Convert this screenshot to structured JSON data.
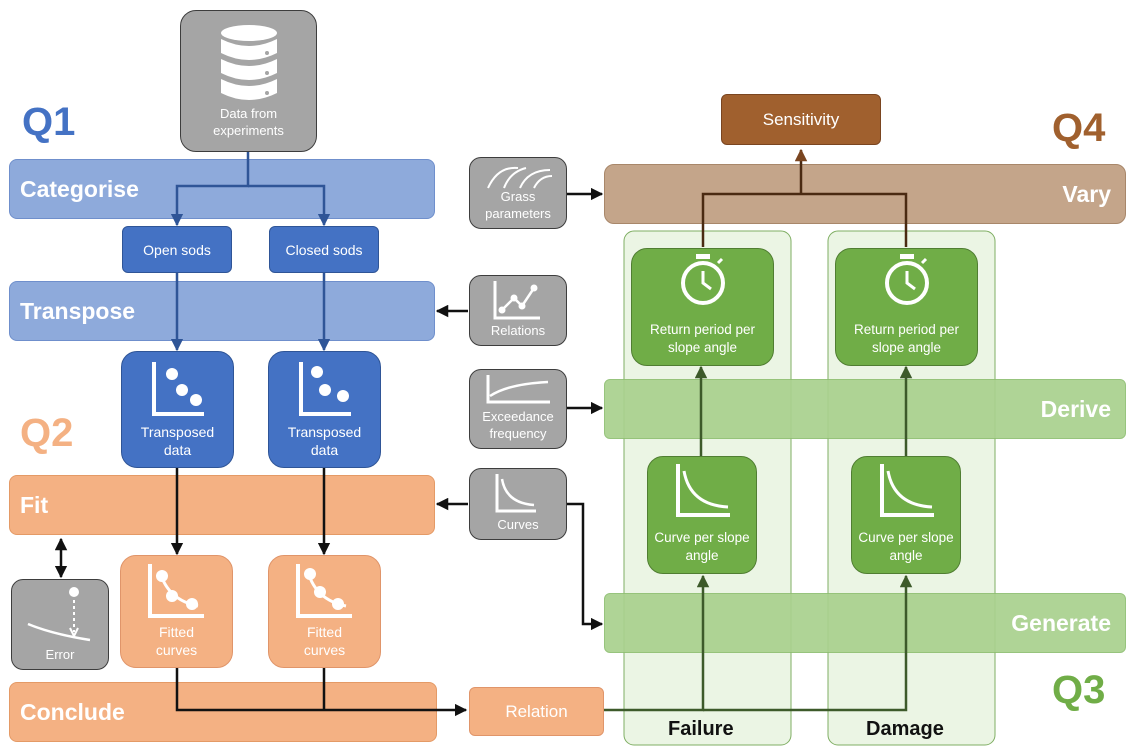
{
  "questions": {
    "q1": {
      "label": "Q1",
      "color": "#4472c4"
    },
    "q2": {
      "label": "Q2",
      "color": "#f4b183"
    },
    "q3": {
      "label": "Q3",
      "color": "#70ad47"
    },
    "q4": {
      "label": "Q4",
      "color": "#a0602e"
    }
  },
  "bands": {
    "categorise": "Categorise",
    "transpose": "Transpose",
    "fit": "Fit",
    "conclude": "Conclude",
    "vary": "Vary",
    "derive": "Derive",
    "generate": "Generate"
  },
  "inputs": {
    "data": "Data from experiments",
    "relations": "Relations",
    "exceedance": "Exceedance frequency",
    "curves": "Curves",
    "grass": "Grass parameters",
    "error": "Error"
  },
  "nodes": {
    "open_sods": "Open sods",
    "closed_sods": "Closed sods",
    "transposed_data": "Transposed data",
    "fitted_curves": "Fitted curves",
    "relation": "Relation",
    "curve_per_slope": "Curve per slope angle",
    "return_period": "Return period per slope angle",
    "sensitivity": "Sensitivity"
  },
  "columns": {
    "failure": "Failure",
    "damage": "Damage"
  }
}
